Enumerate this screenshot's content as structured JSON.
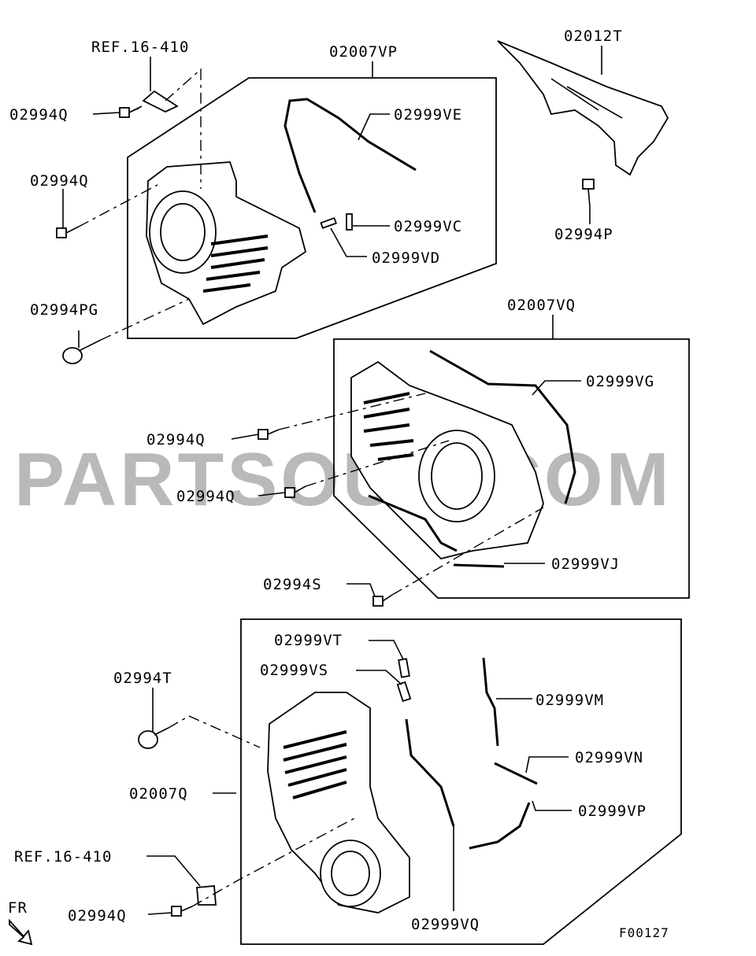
{
  "watermark": "PARTSOUQ.COM",
  "diagram_code": "F00127",
  "direction_label": "FR",
  "groups": {
    "upper_cover_assy": "02007VP",
    "lower_cover_assy": "02007VQ",
    "front_cover": "02007Q",
    "bracket": "02012T"
  },
  "labels": {
    "ref_top": "REF.16-410",
    "ref_bottom": "REF.16-410",
    "bolt_q_1": "02994Q",
    "bolt_q_2": "02994Q",
    "bolt_pg": "02994PG",
    "seal_ve": "02999VE",
    "seal_vc": "02999VC",
    "seal_vd": "02999VD",
    "bolt_p": "02994P",
    "seal_vg": "02999VG",
    "bolt_q_3": "02994Q",
    "bolt_q_4": "02994Q",
    "seal_vj": "02999VJ",
    "bolt_s": "02994S",
    "seal_vt": "02999VT",
    "seal_vs": "02999VS",
    "bolt_t": "02994T",
    "seal_vm": "02999VM",
    "seal_vn": "02999VN",
    "seal_vp": "02999VP",
    "seal_vq": "02999VQ",
    "bolt_q_5": "02994Q"
  }
}
